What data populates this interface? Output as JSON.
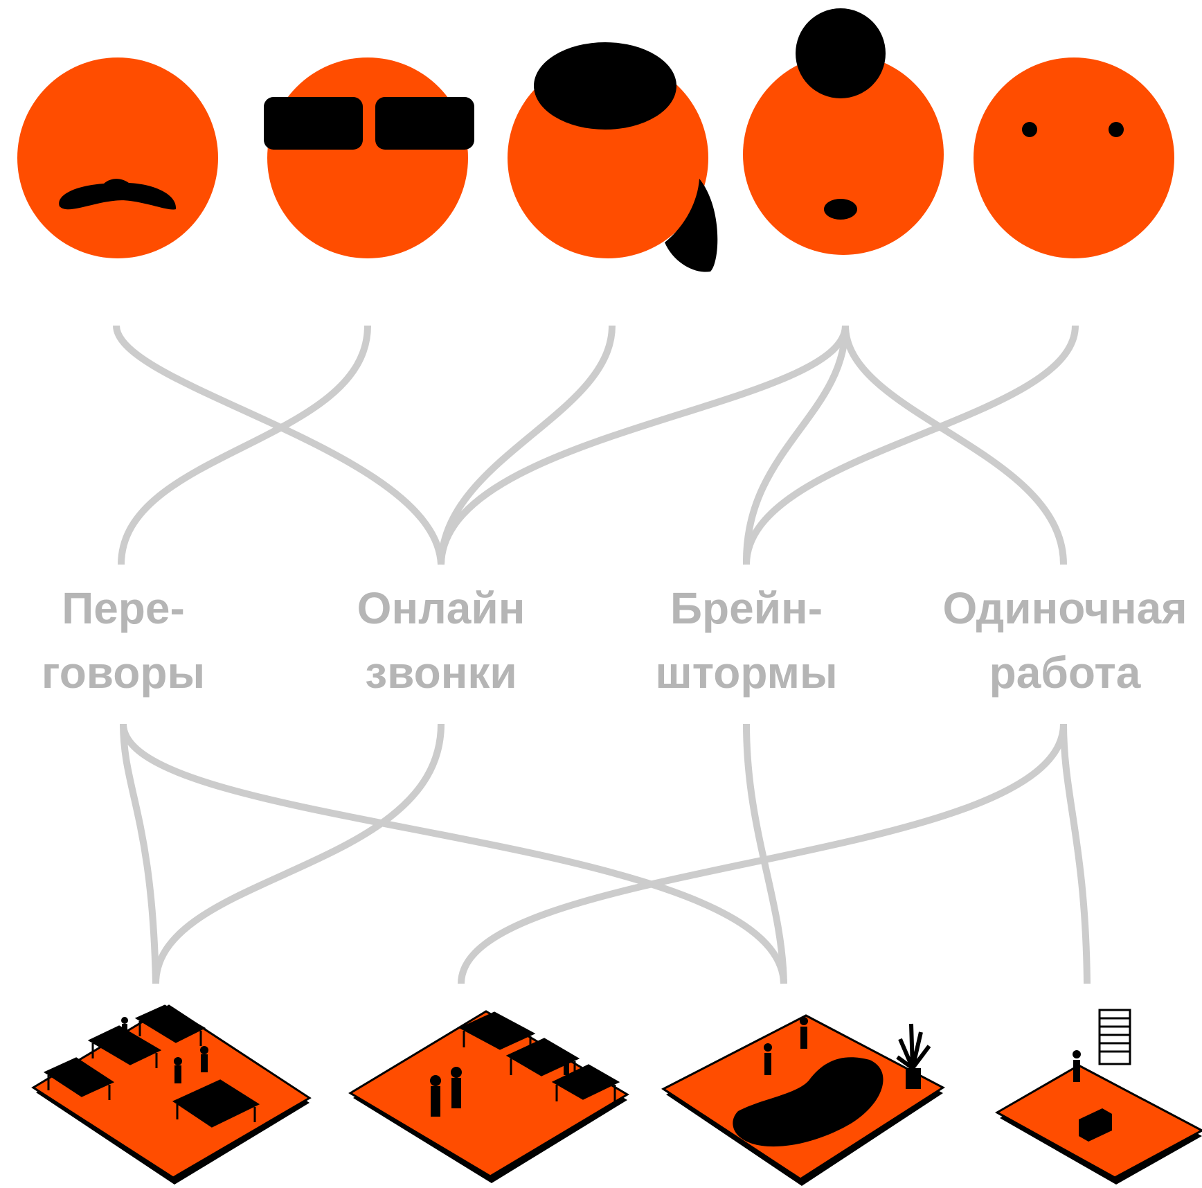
{
  "colors": {
    "accent": "#ff4d00",
    "ink": "#000000",
    "connector": "#cccccc",
    "label": "#b5b5b5",
    "background": "#ffffff"
  },
  "people": [
    {
      "id": "mustache",
      "icon": "mustache-face-icon"
    },
    {
      "id": "glasses",
      "icon": "sunglasses-face-icon"
    },
    {
      "id": "hair",
      "icon": "long-hair-face-icon"
    },
    {
      "id": "bun",
      "icon": "hair-bun-face-icon"
    },
    {
      "id": "eyes",
      "icon": "dot-eyes-face-icon"
    }
  ],
  "activities": [
    {
      "id": "negotiations",
      "line1": "Пере-",
      "line2": "говоры"
    },
    {
      "id": "online-calls",
      "line1": "Онлайн",
      "line2": "звонки"
    },
    {
      "id": "brainstorms",
      "line1": "Брейн-",
      "line2": "штормы"
    },
    {
      "id": "solo-work",
      "line1": "Одиночная",
      "line2": "работа"
    }
  ],
  "spaces": [
    {
      "id": "meeting-room",
      "icon": "meeting-room-isometric-icon"
    },
    {
      "id": "call-zone",
      "icon": "call-zone-isometric-icon"
    },
    {
      "id": "lounge",
      "icon": "lounge-isometric-icon"
    },
    {
      "id": "focus-zone",
      "icon": "focus-zone-isometric-icon"
    }
  ],
  "person_activity_links": [
    [
      "mustache",
      "online-calls"
    ],
    [
      "glasses",
      "negotiations"
    ],
    [
      "hair",
      "online-calls"
    ],
    [
      "bun",
      "online-calls"
    ],
    [
      "bun",
      "brainstorms"
    ],
    [
      "bun",
      "solo-work"
    ],
    [
      "eyes",
      "brainstorms"
    ]
  ],
  "activity_space_links": [
    [
      "negotiations",
      "meeting-room"
    ],
    [
      "negotiations",
      "lounge"
    ],
    [
      "online-calls",
      "meeting-room"
    ],
    [
      "brainstorms",
      "lounge"
    ],
    [
      "solo-work",
      "call-zone"
    ],
    [
      "solo-work",
      "focus-zone"
    ]
  ]
}
